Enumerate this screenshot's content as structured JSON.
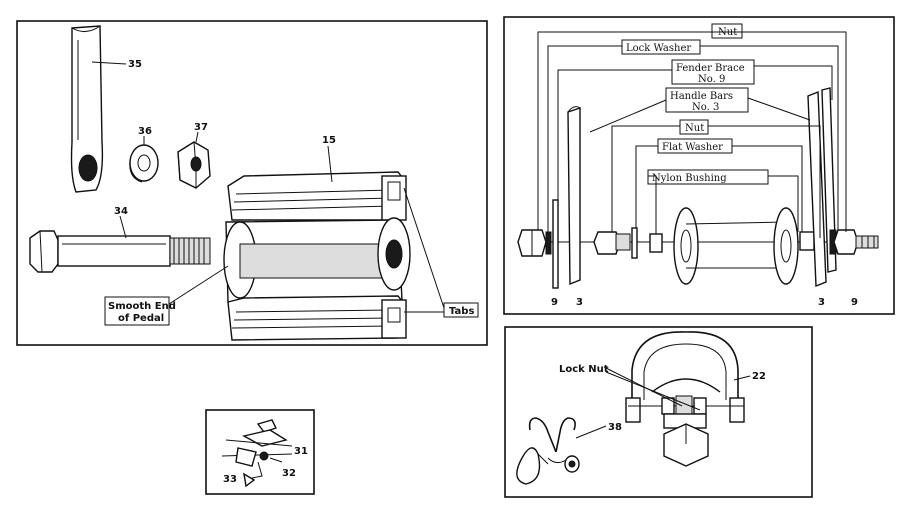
{
  "panel_pedal": {
    "callouts": {
      "p35": "35",
      "p36": "36",
      "p37": "37",
      "p15": "15",
      "p34": "34"
    },
    "labels": {
      "smooth_end_1": "Smooth End",
      "smooth_end_2": "of Pedal",
      "tabs": "Tabs"
    }
  },
  "panel_small": {
    "callouts": {
      "p31": "31",
      "p32": "32",
      "p33": "33"
    }
  },
  "panel_axle": {
    "labels": {
      "nut_top": "Nut",
      "lock_washer": "Lock Washer",
      "fender_brace_1": "Fender Brace",
      "fender_brace_2": "No. 9",
      "handle_bars_1": "Handle Bars",
      "handle_bars_2": "No. 3",
      "nut_mid": "Nut",
      "flat_washer": "Flat Washer",
      "nylon_bushing": "Nylon Bushing"
    },
    "callouts": {
      "b9_left": "9",
      "b3_left": "3",
      "b3_right": "3",
      "b9_right": "9"
    }
  },
  "panel_clip": {
    "labels": {
      "lock_nut": "Lock Nut"
    },
    "callouts": {
      "p22": "22",
      "p38": "38"
    }
  }
}
